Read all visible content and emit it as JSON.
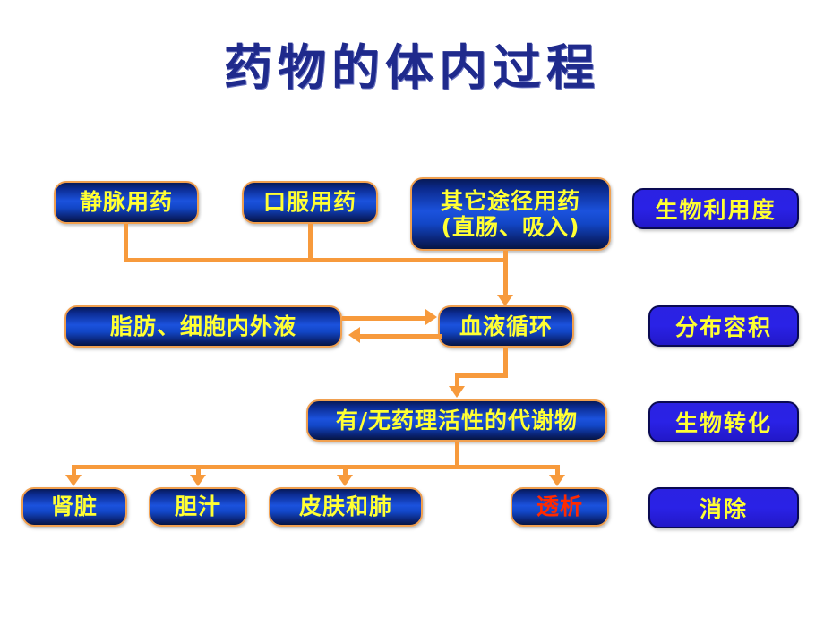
{
  "slide": {
    "title": "药物的体内过程",
    "background_color": "#ffffff",
    "title_color": "#1f2a8c",
    "node_text_color": "#ffff33",
    "node_border_color": "#f0a050",
    "connector_color": "#f79a3c",
    "highlight_text_color": "#ff2a00"
  },
  "flow": {
    "row1": [
      {
        "label": "静脉用药"
      },
      {
        "label": "口服用药"
      },
      {
        "line1": "其它途径用药",
        "line2": "(直肠、吸入)"
      }
    ],
    "row2": [
      {
        "label": "脂肪、细胞内外液"
      },
      {
        "label": "血液循环"
      }
    ],
    "row3": [
      {
        "label": "有/无药理活性的代谢物"
      }
    ],
    "row4": [
      {
        "label": "肾脏"
      },
      {
        "label": "胆汁"
      },
      {
        "label": "皮肤和肺"
      },
      {
        "label": "透析"
      }
    ]
  },
  "legend": {
    "items": [
      {
        "label": "生物利用度"
      },
      {
        "label": "分布容积"
      },
      {
        "label": "生物转化"
      },
      {
        "label": "消除"
      }
    ]
  }
}
